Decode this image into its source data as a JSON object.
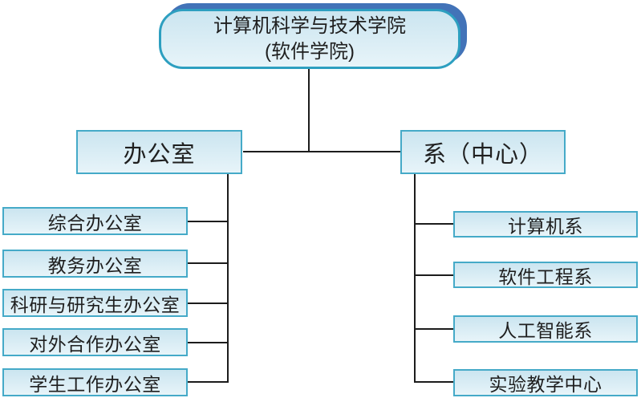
{
  "root": {
    "title_line1": "计算机科学与技术学院",
    "title_line2": "(软件学院)"
  },
  "columns": [
    {
      "header": "办公室",
      "items": [
        {
          "label": "综合办公室"
        },
        {
          "label": "教务办公室"
        },
        {
          "label": "科研与研究生办公室"
        },
        {
          "label": "对外合作办公室"
        },
        {
          "label": "学生工作办公室"
        }
      ]
    },
    {
      "header": "系（中心）",
      "items": [
        {
          "label": "计算机系"
        },
        {
          "label": "软件工程系"
        },
        {
          "label": "人工智能系"
        },
        {
          "label": "实验教学中心"
        }
      ]
    }
  ],
  "colors": {
    "line": "#1c1c1c",
    "text": "#1f1f1f",
    "box-fill-top": "#cbe5f0",
    "box-fill-bottom": "#e7f4f9",
    "border-teal": "#2d9fc0",
    "border-cyan": "#45aac8",
    "shadow-blue": "#4273b8",
    "bg": "#ffffff"
  }
}
